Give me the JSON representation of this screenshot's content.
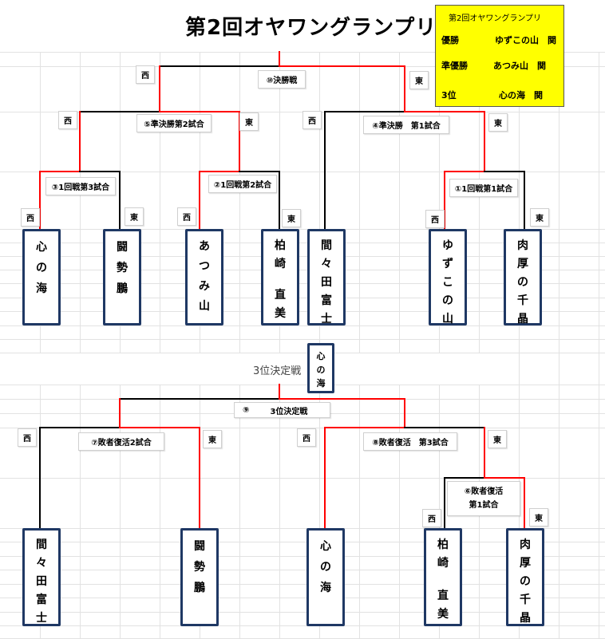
{
  "title": "第2回オヤワングランプリ",
  "results_box": {
    "title": "第2回オヤワングランプリ",
    "rows": [
      {
        "rank": "優勝",
        "name": "ゆずこの山　関"
      },
      {
        "rank": "準優勝",
        "name": "あつみ山　関"
      },
      {
        "rank": "3位",
        "name": "心の海　関"
      }
    ]
  },
  "sides": {
    "west": "西",
    "east": "東"
  },
  "matches": {
    "final": "⑩決勝戦",
    "semi2": "⑤準決勝第2試合",
    "semi1": "④準決勝　第1試合",
    "r1m3": "③1回戦第3試合",
    "r1m2": "②1回戦第2試合",
    "r1m1": "①1回戦第1試合",
    "third_num": "⑨",
    "third_title": "3位決定戦",
    "rep2": "⑦敗者復活2試合",
    "rep3": "⑧敗者復活　第3試合",
    "rep1": [
      "⑥敗者復活",
      "第1試合"
    ]
  },
  "third_place": {
    "label": "3位決定戦",
    "winner_chars": [
      "心",
      "の",
      "海"
    ]
  },
  "players_top": [
    {
      "chars": [
        "心",
        "の",
        "海"
      ]
    },
    {
      "chars": [
        "闘",
        "勢",
        "鵬"
      ]
    },
    {
      "chars": [
        "あ",
        "つ",
        "み",
        "山"
      ]
    },
    {
      "chars": [
        "柏",
        "崎",
        "",
        "直",
        "美"
      ]
    },
    {
      "chars": [
        "間",
        "々",
        "田",
        "富",
        "士"
      ]
    },
    {
      "chars": [
        "ゆ",
        "ず",
        "こ",
        "の",
        "山"
      ]
    },
    {
      "chars": [
        "肉",
        "厚",
        "の",
        "千",
        "晶"
      ]
    }
  ],
  "players_bottom": [
    {
      "chars": [
        "間",
        "々",
        "田",
        "富",
        "士"
      ]
    },
    {
      "chars": [
        "闘",
        "勢",
        "鵬"
      ]
    },
    {
      "chars": [
        "心",
        "の",
        "海"
      ]
    },
    {
      "chars": [
        "柏",
        "崎",
        "",
        "直",
        "美"
      ]
    },
    {
      "chars": [
        "肉",
        "厚",
        "の",
        "千",
        "晶"
      ]
    }
  ],
  "colors": {
    "winner_line": "#ff0000",
    "loser_line": "#000000",
    "name_box_border": "#1f3864",
    "results_background": "#ffff00"
  }
}
